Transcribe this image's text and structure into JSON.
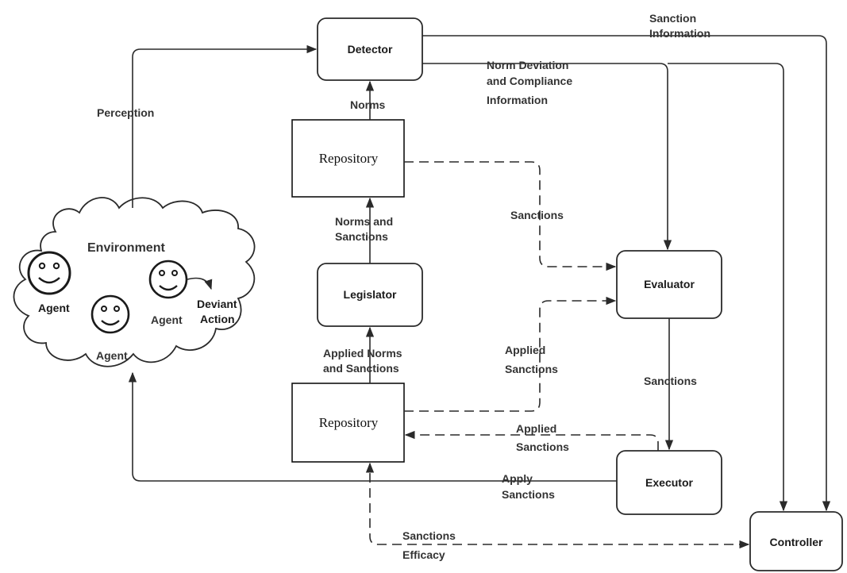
{
  "nodes": {
    "detector": "Detector",
    "repository_top": "Repository",
    "legislator": "Legislator",
    "repository_bottom": "Repository",
    "evaluator": "Evaluator",
    "executor": "Executor",
    "controller": "Controller"
  },
  "environment": {
    "title": "Environment",
    "agent_left": "Agent",
    "agent_middle": "Agent",
    "agent_right": "Agent",
    "deviant_line1": "Deviant",
    "deviant_line2": "Action"
  },
  "edge_labels": {
    "perception": "Perception",
    "norms": "Norms",
    "norms_sanctions_1": "Norms and",
    "norms_sanctions_2": "Sanctions",
    "applied_norms_1": "Applied Norms",
    "applied_norms_2": "and Sanctions",
    "sanction_info_1": "Sanction",
    "sanction_info_2": "Information",
    "deviation_1": "Norm Deviation",
    "deviation_2": "and Compliance",
    "deviation_3": "Information",
    "sanctions_repo": "Sanctions",
    "applied_sanctions_a1": "Applied",
    "applied_sanctions_a2": "Sanctions",
    "sanctions_eval": "Sanctions",
    "applied_sanctions_b1": "Applied",
    "applied_sanctions_b2": "Sanctions",
    "apply_sanctions_1": "Apply",
    "apply_sanctions_2": "Sanctions",
    "efficacy_1": "Sanctions",
    "efficacy_2": "Efficacy"
  }
}
